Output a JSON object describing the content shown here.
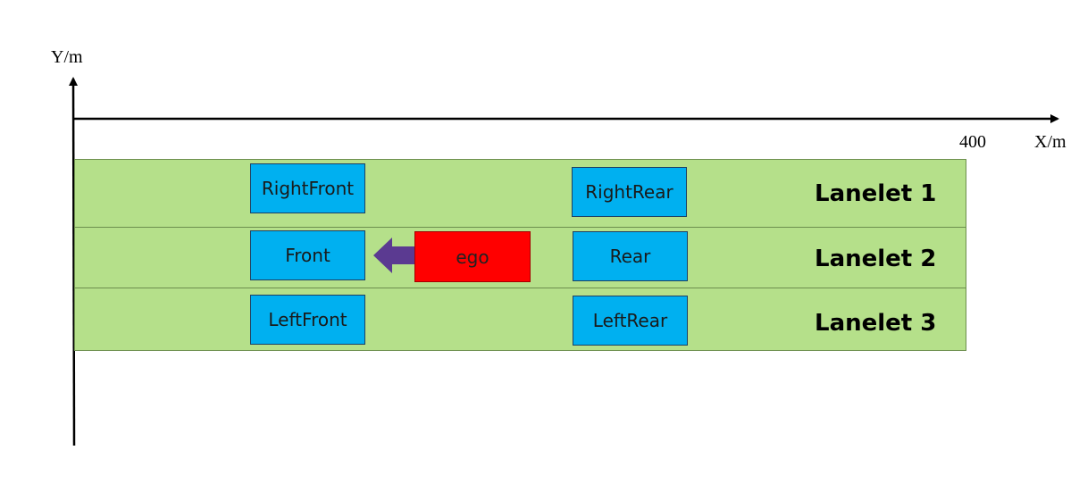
{
  "axes": {
    "y_label": "Y/m",
    "x_label": "X/m",
    "x_tick": "400"
  },
  "lanes": [
    {
      "label": "Lanelet 1"
    },
    {
      "label": "Lanelet 2"
    },
    {
      "label": "Lanelet 3"
    }
  ],
  "vehicles": {
    "right_front": "RightFront",
    "right_rear": "RightRear",
    "front": "Front",
    "ego": "ego",
    "rear": "Rear",
    "left_front": "LeftFront",
    "left_rear": "LeftRear"
  },
  "colors": {
    "lane_fill": "#b5e08a",
    "vehicle_fill": "#00b0f0",
    "ego_fill": "#ff0000",
    "arrow_fill": "#5b3a91"
  },
  "icons": {
    "direction_arrow": "left-arrow-icon"
  }
}
